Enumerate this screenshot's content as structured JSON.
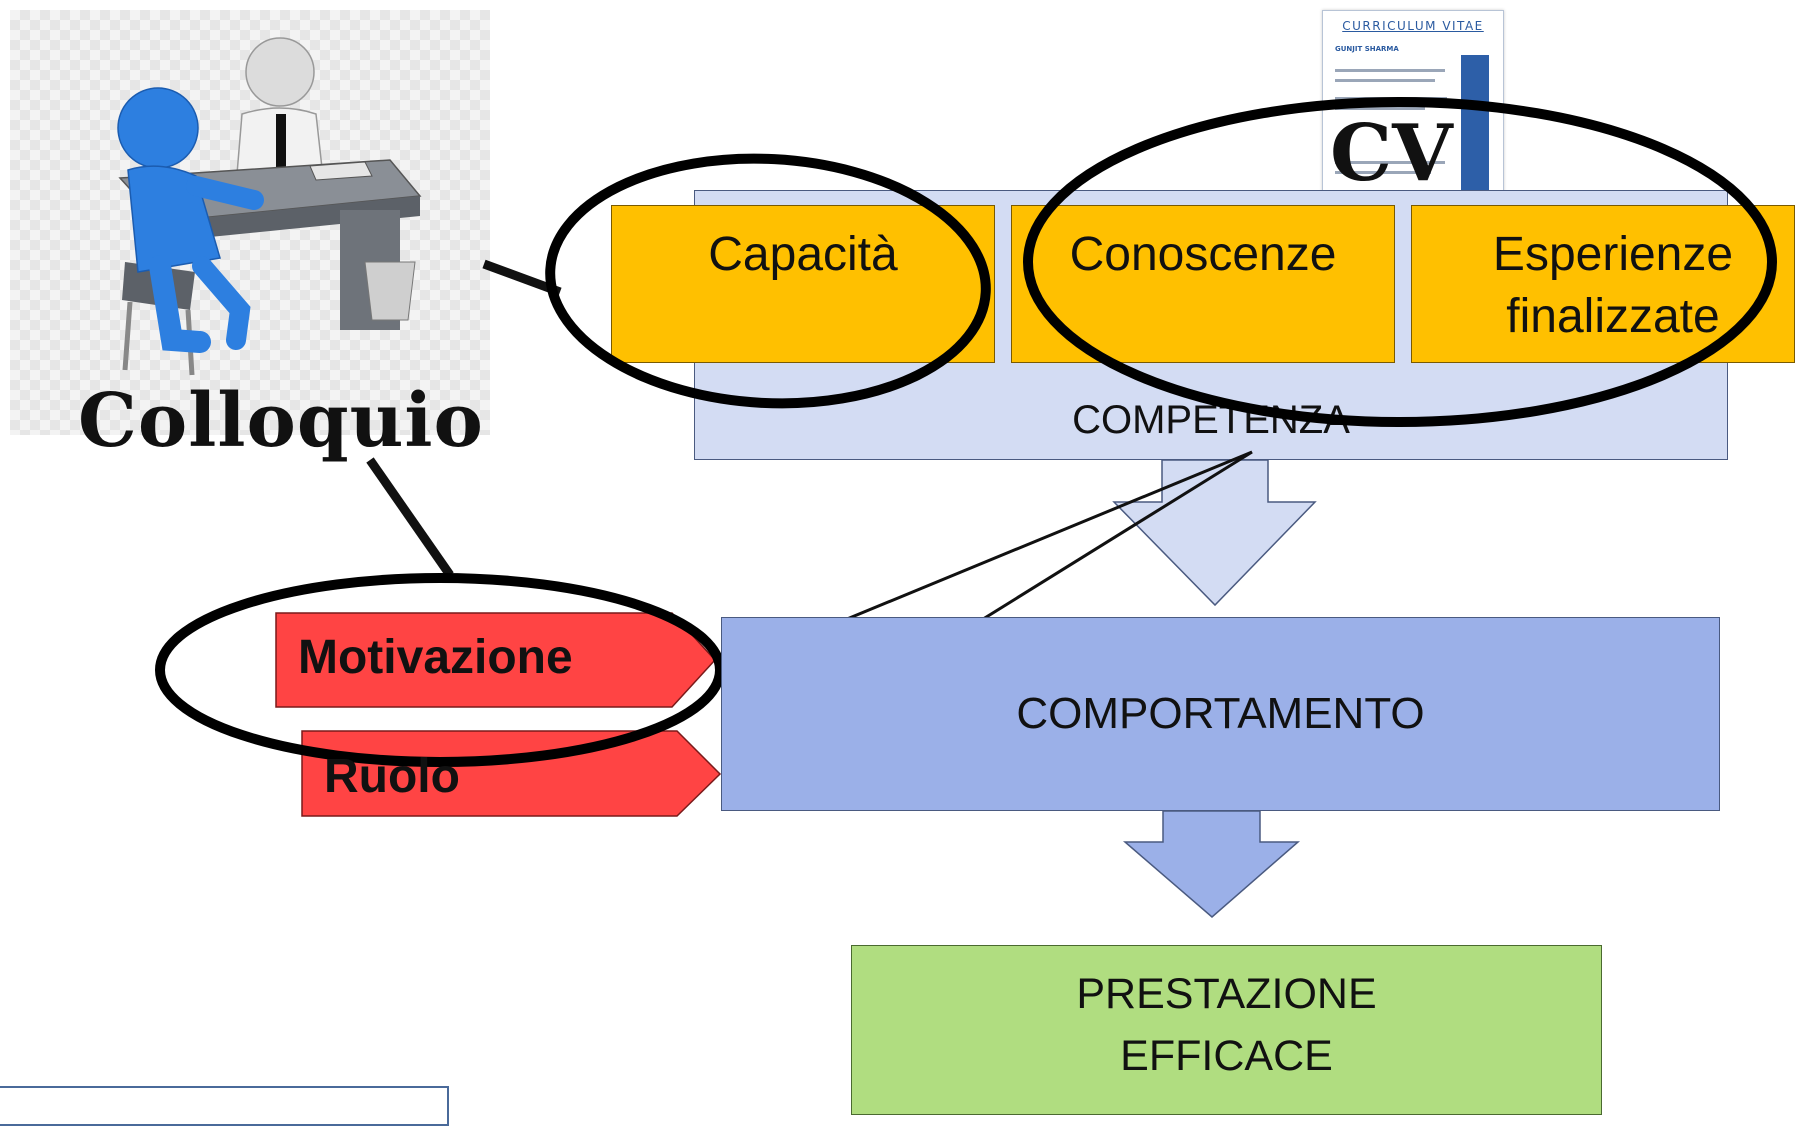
{
  "images": {
    "interview_art": "interview-clipart",
    "cv_document": {
      "heading": "CURRICULUM VITAE",
      "name": "GUNJIT SHARMA"
    }
  },
  "labels": {
    "colloquio": "Colloquio",
    "cv": "CV"
  },
  "competenza": {
    "label": "COMPETENZA",
    "items": [
      "Capacità",
      "Conoscenze",
      "Esperienze finalizzate"
    ]
  },
  "tags": {
    "motivazione": "Motivazione",
    "ruolo": "Ruolo"
  },
  "comportamento": {
    "label": "COMPORTAMENTO"
  },
  "prestazione": {
    "label_line1": "PRESTAZIONE",
    "label_line2": "EFFICACE"
  },
  "colors": {
    "competenza_fill": "#d3dcf3",
    "item_fill": "#ffc000",
    "comportamento_fill": "#9bb0e8",
    "prestazione_fill": "#b0dd80",
    "tag_fill": "#ff4444"
  }
}
